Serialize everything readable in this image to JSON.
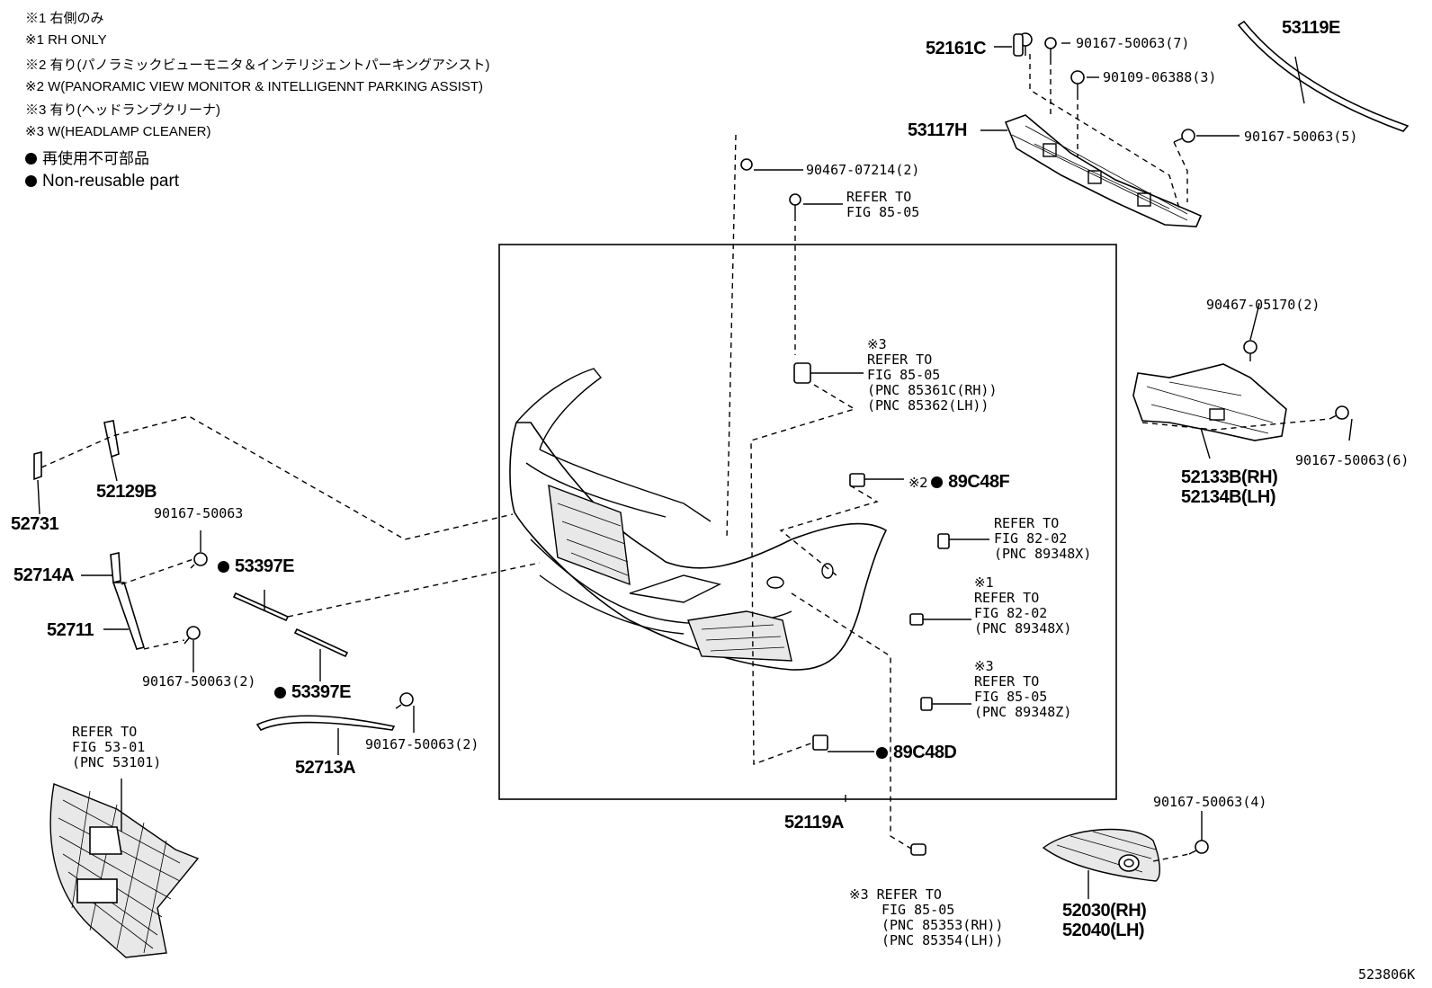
{
  "notes": {
    "n1_jp": "※1 右側のみ",
    "n1_en": "※1 RH ONLY",
    "n2_jp": "※2 有り(パノラミックビューモニタ＆インテリジェントパーキングアシスト)",
    "n2_en": "※2 W(PANORAMIC VIEW MONITOR & INTELLIGENNT PARKING ASSIST)",
    "n3_jp": "※3 有り(ヘッドランプクリーナ)",
    "n3_en": "※3 W(HEADLAMP CLEANER)",
    "nr_jp": "再使用不可部品",
    "nr_en": "Non-reusable part"
  },
  "labels": {
    "p52161C": "52161C",
    "p90167_7": "90167-50063(7)",
    "p53119E": "53119E",
    "p90109_3": "90109-06388(3)",
    "p53117H": "53117H",
    "p90167_5": "90167-50063(5)",
    "p90467_07214": "90467-07214(2)",
    "refer_85_05_a": [
      "REFER TO",
      "FIG 85-05"
    ],
    "refer_x3_85361": [
      "※3",
      "REFER TO",
      "FIG 85-05",
      "(PNC 85361C(RH))",
      "(PNC 85362(LH))"
    ],
    "p90467_05170": "90467-05170(2)",
    "p90167_6": "90167-50063(6)",
    "p52133B": "52133B(RH)",
    "p52134B": "52134B(LH)",
    "p89C48F_prefix": "※2",
    "p89C48F": "89C48F",
    "refer_82_02_a": [
      "REFER TO",
      "FIG 82-02",
      "(PNC 89348X)"
    ],
    "refer_x1_82_02": [
      "※1",
      "REFER TO",
      "FIG 82-02",
      "(PNC 89348X)"
    ],
    "refer_x3_89348Z": [
      "※3",
      "REFER TO",
      "FIG 85-05",
      "(PNC 89348Z)"
    ],
    "p89C48D": "89C48D",
    "p52119A": "52119A",
    "p52731": "52731",
    "p52129B": "52129B",
    "p90167_single": "90167-50063",
    "p53397E_a": "53397E",
    "p52714A": "52714A",
    "p52711": "52711",
    "p90167_2a": "90167-50063(2)",
    "p53397E_b": "53397E",
    "p52713A": "52713A",
    "p90167_2b": "90167-50063(2)",
    "refer_53_01": [
      "REFER TO",
      "FIG 53-01",
      "(PNC 53101)"
    ],
    "p90167_4": "90167-50063(4)",
    "p52030": "52030(RH)",
    "p52040": "52040(LH)",
    "refer_x3_85353": [
      "※3 REFER TO",
      "FIG 85-05",
      "(PNC 85353(RH))",
      "(PNC 85354(LH))"
    ],
    "doc_code": "523806K"
  }
}
